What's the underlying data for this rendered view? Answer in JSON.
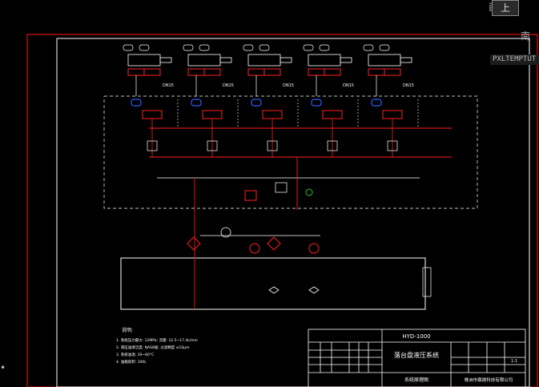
{
  "viewcube": {
    "face_label": "上",
    "compass_north": "西",
    "compass_south": "南"
  },
  "style_tag": "PXLTEMPTUT",
  "diagram": {
    "pipe_label": "DN15",
    "title_block": {
      "drawing_no": "HYD-1000",
      "system_name": "落台盘液压系统",
      "drawing_name": "系统原理图",
      "company": "株洲市鼎晟科技有限公司",
      "scale": "1:1"
    },
    "notes_title": "说明:",
    "notes": [
      "1. 系统压力最大: 12MPa; 流量: 12.5~17.4L/min",
      "2. 液压油清洁度: NAS8级; 过滤精度 ≤10μm",
      "3. 系统油温: 30~60°C",
      "4. 油箱容积: 100L"
    ]
  },
  "colors": {
    "frame": "#e01010",
    "line": "#ffffff",
    "valve": "#ff2020",
    "accent": "#2f5dff",
    "green": "#22cc22"
  }
}
